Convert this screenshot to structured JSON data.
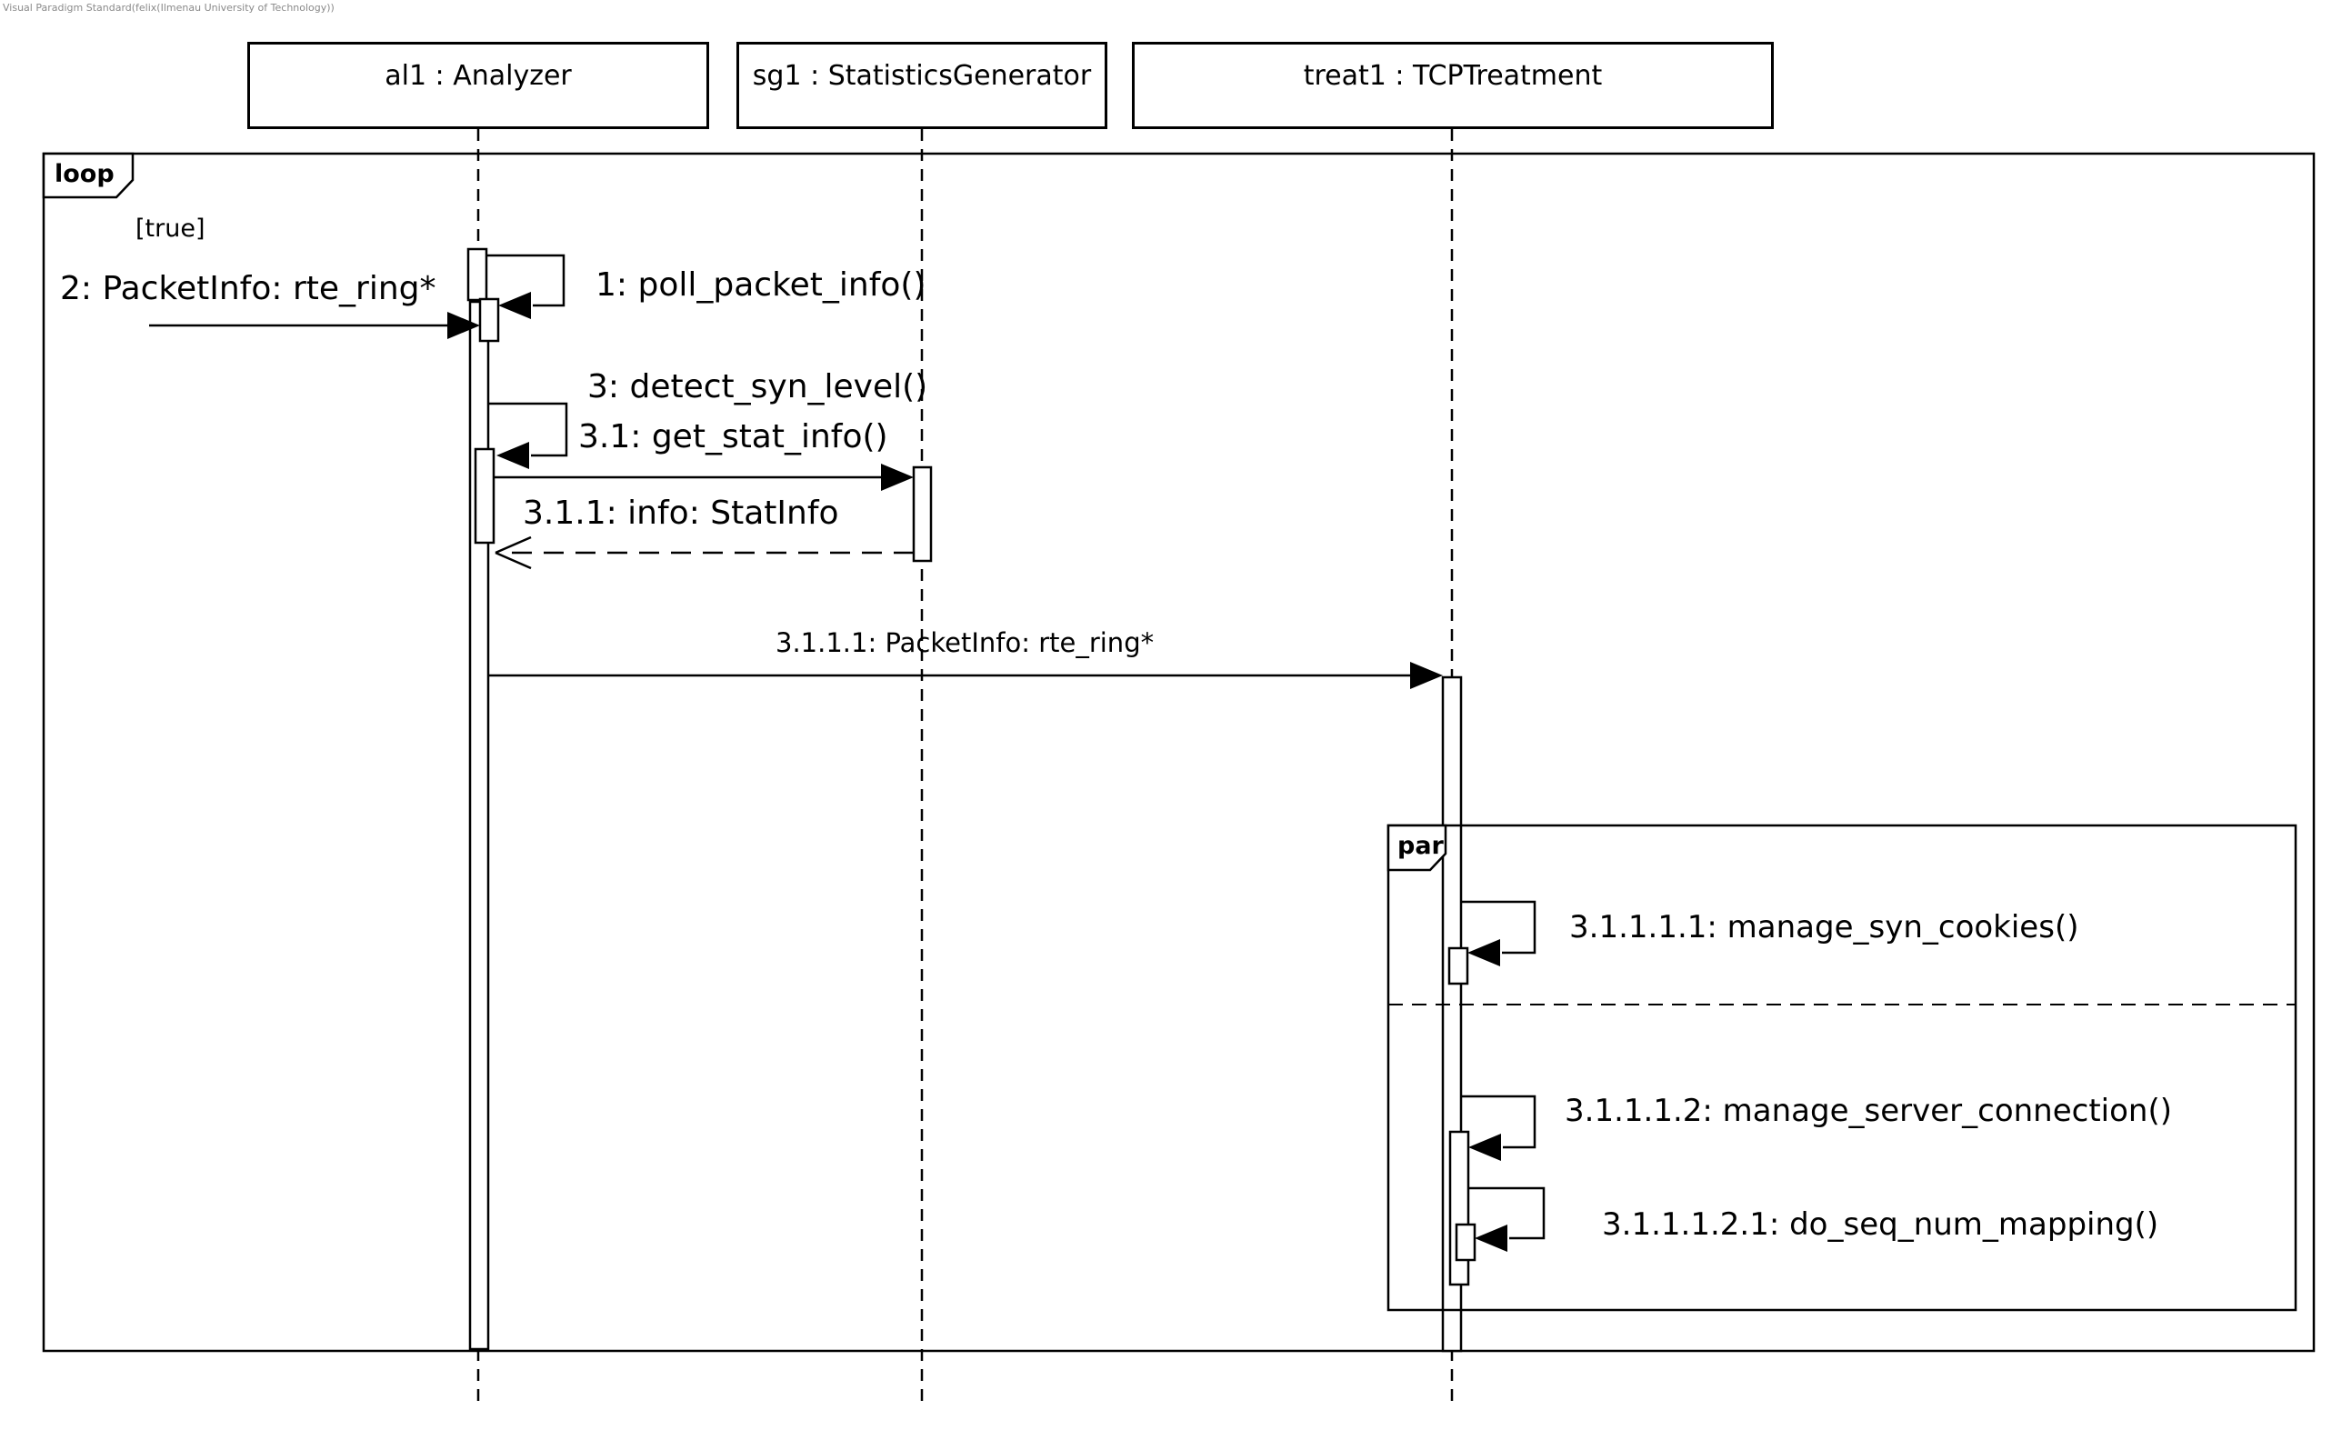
{
  "watermark": "Visual Paradigm Standard(felix(Ilmenau University of Technology))",
  "diagram": {
    "type": "uml-sequence-diagram",
    "colors": {
      "line": "#000000",
      "background": "#ffffff",
      "watermark": "#8a8a8a",
      "fill": "#ffffff"
    },
    "lifelines": [
      {
        "id": "al1",
        "label": "al1 : Analyzer"
      },
      {
        "id": "sg1",
        "label": "sg1 : StatisticsGenerator"
      },
      {
        "id": "treat1",
        "label": "treat1 : TCPTreatment"
      }
    ],
    "fragments": [
      {
        "operator": "loop",
        "guard": "[true]"
      },
      {
        "operator": "par",
        "guard": ""
      }
    ],
    "messages": [
      {
        "seq": "1",
        "label": "1: poll_packet_info()",
        "from": "al1",
        "to": "al1",
        "kind": "self-call"
      },
      {
        "seq": "2",
        "label": "2: PacketInfo: rte_ring*",
        "from": "gate",
        "to": "al1",
        "kind": "sync-call"
      },
      {
        "seq": "3",
        "label": "3: detect_syn_level()",
        "from": "al1",
        "to": "al1",
        "kind": "self-call"
      },
      {
        "seq": "3.1",
        "label": "3.1: get_stat_info()",
        "from": "al1",
        "to": "sg1",
        "kind": "sync-call"
      },
      {
        "seq": "3.1.1",
        "label": "3.1.1: info: StatInfo",
        "from": "sg1",
        "to": "al1",
        "kind": "return"
      },
      {
        "seq": "3.1.1.1",
        "label": "3.1.1.1: PacketInfo: rte_ring*",
        "from": "al1",
        "to": "treat1",
        "kind": "sync-call"
      },
      {
        "seq": "3.1.1.1.1",
        "label": "3.1.1.1.1: manage_syn_cookies()",
        "from": "treat1",
        "to": "treat1",
        "kind": "self-call"
      },
      {
        "seq": "3.1.1.1.2",
        "label": "3.1.1.1.2: manage_server_connection()",
        "from": "treat1",
        "to": "treat1",
        "kind": "self-call"
      },
      {
        "seq": "3.1.1.1.2.1",
        "label": "3.1.1.1.2.1: do_seq_num_mapping()",
        "from": "treat1",
        "to": "treat1",
        "kind": "self-call"
      }
    ]
  }
}
